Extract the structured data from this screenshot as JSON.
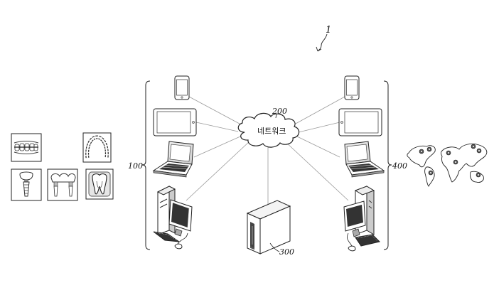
{
  "figure": {
    "system_ref": "1",
    "network": {
      "ref": "200",
      "label": "네트워크"
    },
    "left_group_ref": "100",
    "right_group_ref": "400",
    "server_ref": "300"
  },
  "icons": {
    "dental_items": [
      "braces-icon",
      "dental-arch-icon",
      "implant-icon",
      "bridge-icon",
      "tooth-icon"
    ],
    "left_devices": [
      "smartphone-icon",
      "tablet-icon",
      "laptop-icon",
      "desktop-computer-icon"
    ],
    "right_devices": [
      "smartphone-icon",
      "tablet-icon",
      "laptop-icon",
      "desktop-computer-icon"
    ],
    "server": "server-tower-icon",
    "world": "world-map-icon"
  }
}
